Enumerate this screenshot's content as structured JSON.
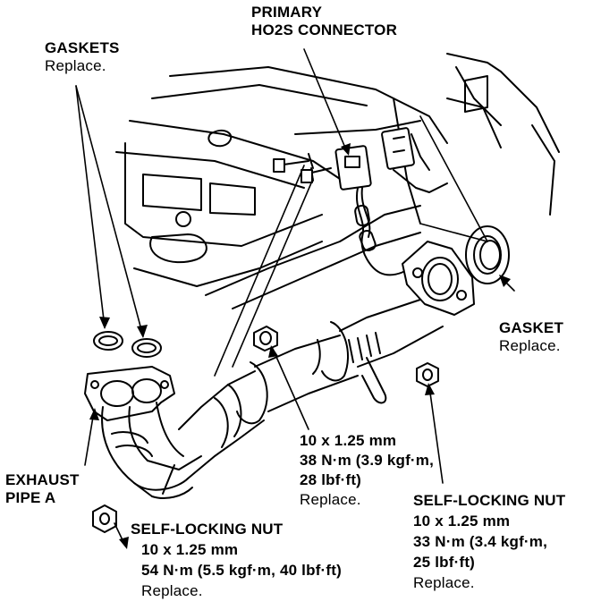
{
  "labels": {
    "primary_ho2s": {
      "line1": "PRIMARY",
      "line2": "HO2S CONNECTOR"
    },
    "gaskets": {
      "title": "GASKETS",
      "note": "Replace."
    },
    "gasket": {
      "title": "GASKET",
      "note": "Replace."
    },
    "nut_10x125_38": {
      "size": "10 x 1.25 mm",
      "torque1": "38 N·m (3.9 kgf·m,",
      "torque2": "28 lbf·ft)",
      "note": "Replace."
    },
    "exhaust_pipe_a": {
      "line1": "EXHAUST",
      "line2": "PIPE A"
    },
    "self_locking_nut_right": {
      "title": "SELF-LOCKING NUT",
      "size": "10 x 1.25 mm",
      "torque1": "33 N·m (3.4 kgf·m,",
      "torque2": "25 lbf·ft)",
      "note": "Replace."
    },
    "self_locking_nut_bottom": {
      "title": "SELF-LOCKING NUT",
      "size": "10 x 1.25 mm",
      "torque": "54 N·m (5.5 kgf·m, 40 lbf·ft)",
      "note": "Replace."
    }
  }
}
